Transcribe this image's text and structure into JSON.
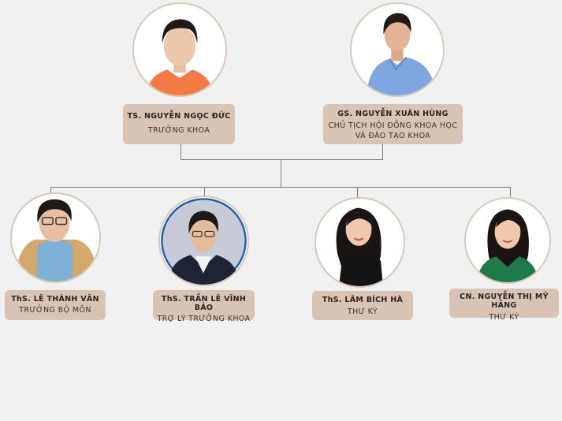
{
  "chart": {
    "top_level": [
      {
        "id": "nguyen-ngoc-duc",
        "name": "TS. NGUYỄN NGỌC ĐỨC",
        "role": "TRƯỞNG KHOA",
        "photo": {
          "shirt_color": "#f47a45",
          "hair_color": "#1f1a18",
          "bg": "#ffffff"
        }
      },
      {
        "id": "nguyen-xuan-hung",
        "name": "GS. NGUYỄN XUÂN HÙNG",
        "role_line1": "CHỦ TỊCH HỘI ĐỒNG KHOA HỌC",
        "role_line2": "VÀ ĐÀO TẠO KHOA",
        "photo": {
          "shirt_color": "#7ea6e0",
          "hair_color": "#1f1a18",
          "bg": "#ffffff"
        }
      }
    ],
    "staff": [
      {
        "id": "le-thanh-van",
        "name": "ThS. LÊ THÀNH VĂN",
        "role": "TRƯỞNG BỘ MÔN",
        "photo": {
          "shirt_color": "#7fb0d6",
          "jacket_color": "#d3a86a",
          "hair_color": "#1f1a18",
          "bg": "#ffffff"
        }
      },
      {
        "id": "tran-le-vinh-bao",
        "name": "ThS. TRẦN LÊ VĨNH BẢO",
        "role": "TRỢ LÝ TRƯỞNG KHOA",
        "photo": {
          "shirt_color": "#f4f4f4",
          "jacket_color": "#1e2436",
          "hair_color": "#1f1a18",
          "bg": "#c9cad8",
          "ring": "#1f5fa8"
        }
      },
      {
        "id": "lam-bich-ha",
        "name": "ThS. LÂM BÍCH HÀ",
        "role": "THƯ KÝ",
        "photo": {
          "shirt_color": "#141414",
          "hair_color": "#1a1514",
          "bg": "#ffffff"
        }
      },
      {
        "id": "nguyen-thi-my-hang",
        "name": "CN. NGUYỄN THỊ MỸ HẰNG",
        "role": "THƯ KÝ",
        "photo": {
          "shirt_color": "#1f7a4a",
          "hair_color": "#1a1514",
          "bg": "#ffffff"
        }
      }
    ]
  },
  "colors": {
    "background": "#f0f0f0",
    "card": "#d8c4b5",
    "photo_ring": "#d9c7b8",
    "connector": "#7d7d7d",
    "text": "#2a2624"
  }
}
